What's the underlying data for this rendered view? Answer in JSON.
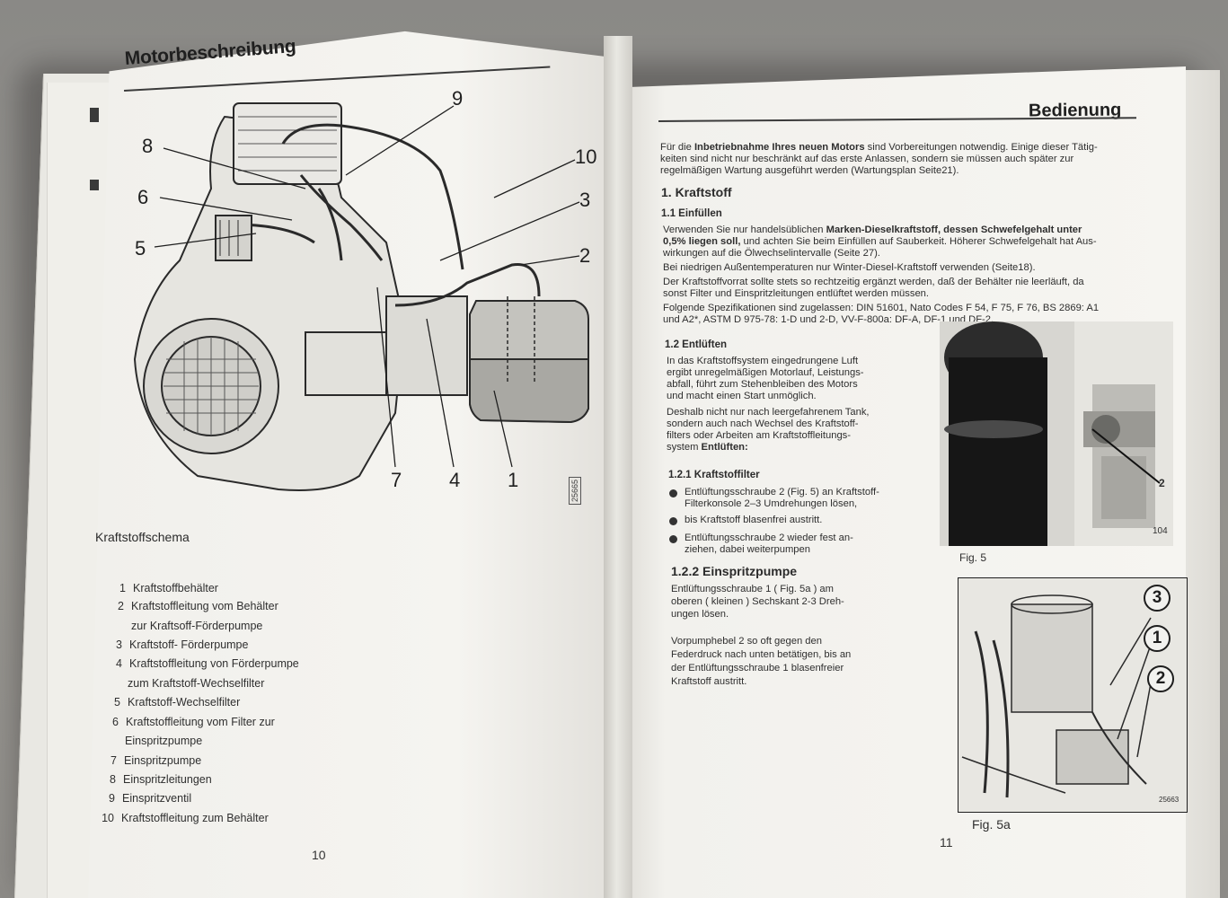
{
  "left_page": {
    "title": "Motorbeschreibung",
    "callouts": [
      "9",
      "8",
      "10",
      "6",
      "3",
      "5",
      "2",
      "7",
      "4",
      "1"
    ],
    "figure_code": "25665",
    "schema_title": "Kraftstoffschema",
    "legend": [
      {
        "num": "1",
        "text": "Kraftstoffbehälter"
      },
      {
        "num": "2",
        "text": "Kraftstoffleitung vom Behälter"
      },
      {
        "num": "",
        "text": "zur Kraftsoff-Förderpumpe"
      },
      {
        "num": "3",
        "text": "Kraftstoff- Förderpumpe"
      },
      {
        "num": "4",
        "text": "Kraftstoffleitung von Förderpumpe"
      },
      {
        "num": "",
        "text": "zum Kraftstoff-Wechselfilter"
      },
      {
        "num": "5",
        "text": "Kraftstoff-Wechselfilter"
      },
      {
        "num": "6",
        "text": "Kraftstoffleitung vom Filter zur"
      },
      {
        "num": "",
        "text": "Einspritzpumpe"
      },
      {
        "num": "7",
        "text": "Einspritzpumpe"
      },
      {
        "num": "8",
        "text": "Einspritzleitungen"
      },
      {
        "num": "9",
        "text": "Einspritzventil"
      },
      {
        "num": "10",
        "text": "Kraftstoffleitung zum Behälter"
      }
    ],
    "page_number": "10"
  },
  "right_page": {
    "title": "Bedienung",
    "intro": {
      "line1_pre": "Für die ",
      "line1_bold": "Inbetriebnahme Ihres neuen Motors",
      "line1_post": " sind Vorbereitungen notwendig. Einige dieser Tätig-",
      "line2": "keiten sind nicht nur beschränkt auf das erste Anlassen, sondern sie müssen auch später zur",
      "line3": "regelmäßigen Wartung ausgeführt werden (Wartungsplan Seite21)."
    },
    "section1": "1.  Kraftstoff",
    "s11_heading": "1.1  Einfüllen",
    "s11": {
      "l1_pre": "Verwenden Sie nur handelsüblichen ",
      "l1_bold": "Marken-Dieselkraftstoff, dessen Schwefelgehalt unter",
      "l2_bold": "0,5% liegen soll,",
      "l2_post": " und achten Sie beim Einfüllen auf Sauberkeit. Höherer Schwefelgehalt hat Aus-",
      "l3": "wirkungen auf die Ölwechselintervalle (Seite 27).",
      "l4": "Bei niedrigen Außentemperaturen nur Winter-Diesel-Kraftstoff verwenden (Seite18).",
      "l5": "Der Kraftstoffvorrat sollte stets so rechtzeitig ergänzt werden, daß der Behälter nie leerläuft, da",
      "l6": "sonst Filter und Einspritzleitungen entlüftet werden müssen.",
      "l7": "Folgende Spezifikationen sind zugelassen: DIN 51601, Nato Codes F 54, F 75, F 76, BS 2869: A1",
      "l8": "und A2*, ASTM D 975-78: 1-D und 2-D, VV-F-800a: DF-A, DF-1 und DF-2."
    },
    "s12_heading": "1.2  Entlüften",
    "s12": [
      "In das Kraftstoffsystem eingedrungene Luft",
      "ergibt unregelmäßigen Motorlauf, Leistungs-",
      "abfall, führt zum Stehenbleiben des Motors",
      "und macht einen Start unmöglich.",
      "Deshalb nicht nur nach leergefahrenem Tank,",
      "sondern auch nach Wechsel des Kraftstoff-",
      "filters oder Arbeiten am Kraftstoffleitungs-"
    ],
    "s12_last_pre": "system ",
    "s12_last_bold": "Entlüften:",
    "s121_heading": "1.2.1  Kraftstoffilter",
    "bullets": [
      [
        "Entlüftungsschraube 2 (Fig. 5) an Kraftstoff-",
        "Filterkonsole 2–3 Umdrehungen lösen,"
      ],
      [
        "bis Kraftstoff blasenfrei austritt."
      ],
      [
        "Entlüftungsschraube 2 wieder fest an-",
        "ziehen, dabei weiterpumpen"
      ]
    ],
    "s122_heading": "1.2.2  Einspritzpumpe",
    "s122": [
      "Entlüftungsschraube 1 ( Fig. 5a ) am",
      "oberen ( kleinen ) Sechskant 2-3 Dreh-",
      "ungen lösen."
    ],
    "s122b": [
      "Vorpumphebel 2 so oft gegen den",
      "Federdruck nach unten betätigen, bis an",
      "der Entlüftungsschraube 1 blasenfreier",
      "Kraftstoff austritt."
    ],
    "fig5": {
      "caption": "Fig. 5",
      "marker": "2",
      "code": "104"
    },
    "fig5a": {
      "caption": "Fig. 5a",
      "markers": [
        "3",
        "1",
        "2"
      ],
      "code": "25663"
    },
    "page_number": "11"
  },
  "colors": {
    "paper": "#f4f3ef",
    "ink": "#2b2b2b",
    "background": "#8c8a87"
  }
}
